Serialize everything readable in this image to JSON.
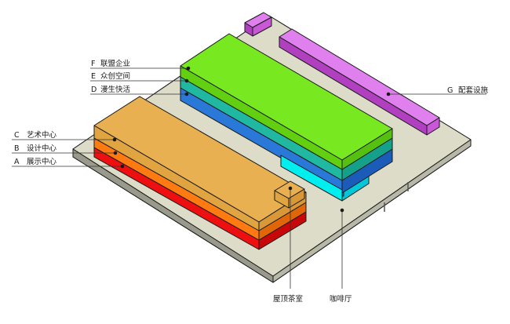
{
  "labels": {
    "F": {
      "letter": "F",
      "text": "联盟企业"
    },
    "E": {
      "letter": "E",
      "text": "众创空间"
    },
    "D": {
      "letter": "D",
      "text": "漫生快活"
    },
    "C": {
      "letter": "C",
      "text": "艺术中心"
    },
    "B": {
      "letter": "B",
      "text": "设计中心"
    },
    "A": {
      "letter": "A",
      "text": "展示中心"
    },
    "G": {
      "letter": "G",
      "text": "配套设施"
    },
    "rooftop_tea": "屋顶茶室",
    "cafe": "咖啡厅"
  },
  "colors": {
    "ground": "#dcdcc8",
    "F_green": "#78e820",
    "E_teal": "#20b8a0",
    "D_blue": "#2a78d8",
    "cafe_cyan": "#00f0f0",
    "C_orange": "#e8b050",
    "B_orange": "#ff7a10",
    "A_red": "#ee1010",
    "G_purple": "#c050d0"
  }
}
